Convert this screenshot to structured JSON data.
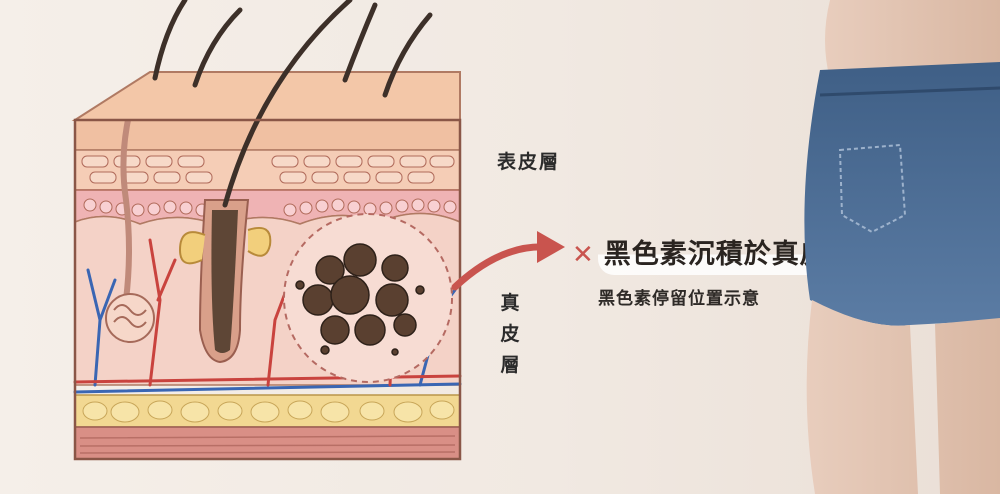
{
  "labels": {
    "epidermis": "表皮層",
    "dermis": [
      "真",
      "皮",
      "層"
    ]
  },
  "callout": {
    "marker": "✕",
    "title": "黑色素沉積於真皮層",
    "subtitle": "黑色素停留位置示意"
  },
  "colors": {
    "accent": "#c9544e",
    "skin_top": "#f0c3a5",
    "dermis": "#f3cfc4",
    "fat": "#f1d58c",
    "melanin": "#5a4030",
    "vein": "#3a66b3",
    "artery": "#c9433e",
    "denim": "#4f6f95"
  }
}
